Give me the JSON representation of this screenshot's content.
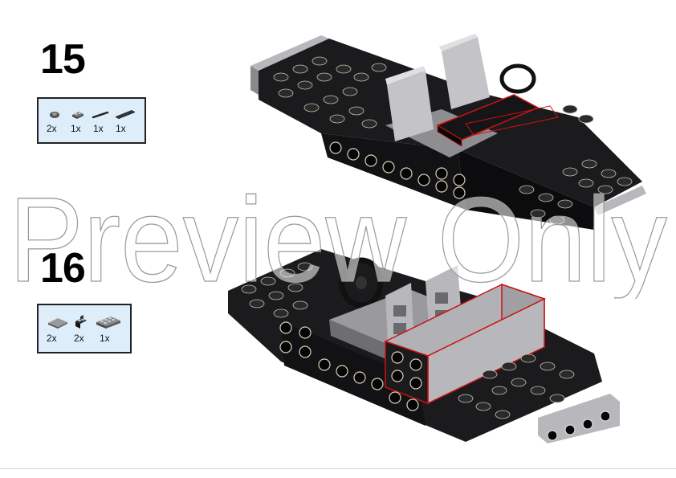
{
  "steps": [
    {
      "number": "15",
      "parts": [
        {
          "qty": "2x",
          "icon": "small-clip-icon"
        },
        {
          "qty": "1x",
          "icon": "plate-1x2-icon"
        },
        {
          "qty": "1x",
          "icon": "bar-icon"
        },
        {
          "qty": "1x",
          "icon": "tile-1x4-icon"
        }
      ]
    },
    {
      "number": "16",
      "parts": [
        {
          "qty": "2x",
          "icon": "tile-2x2-gray-icon"
        },
        {
          "qty": "2x",
          "icon": "bracket-black-icon"
        },
        {
          "qty": "1x",
          "icon": "plate-2x4-gray-icon"
        }
      ]
    }
  ],
  "watermark": "Preview Only",
  "colors": {
    "parts_bg": "#ddeefa",
    "brick_black": "#1b1b1e",
    "brick_gray": "#a8a8ac",
    "highlight": "#cc1111"
  }
}
